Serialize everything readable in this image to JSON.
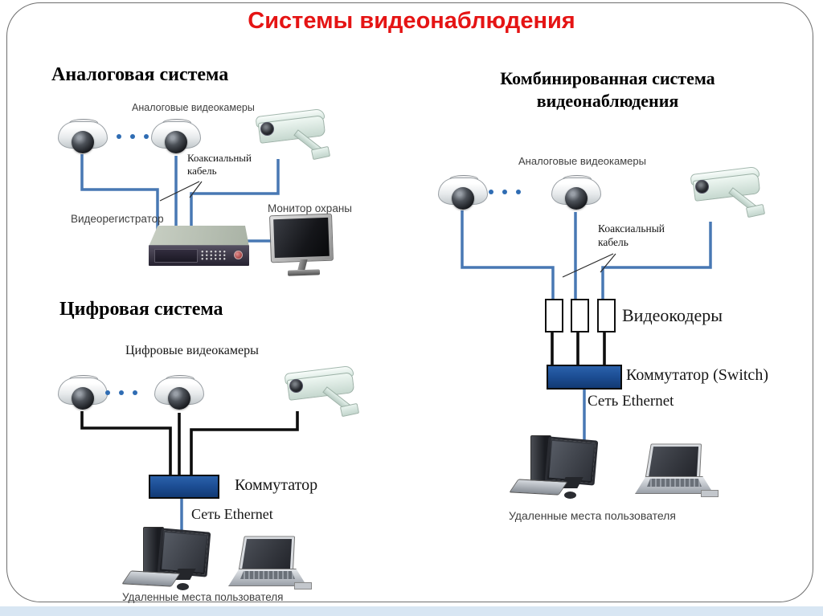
{
  "slide": {
    "title": "Системы видеонаблюдения"
  },
  "analog": {
    "heading": "Аналоговая система",
    "cameras_label": "Аналоговые видеокамеры",
    "coax_line1": "Коаксиальный",
    "coax_line2": "кабель",
    "dvr_label": "Видеорегистратор",
    "monitor_label": "Монитор охраны"
  },
  "digital": {
    "heading": "Цифровая система",
    "cameras_label": "Цифровые видеокамеры",
    "switch_label": "Коммутатор",
    "network_label": "Сеть Ethernet",
    "users_label": "Удаленные места пользователя"
  },
  "combined": {
    "heading_line1": "Комбинированная система",
    "heading_line2": "видеонаблюдения",
    "cameras_label": "Аналоговые видеокамеры",
    "coax_line1": "Коаксиальный",
    "coax_line2": "кабель",
    "encoders_label": "Видеокодеры",
    "switch_label": "Коммутатор (Switch)",
    "network_label": "Сеть Ethernet",
    "users_label": "Удаленные места пользователя"
  },
  "colors": {
    "title_red": "#e51414",
    "coax_wire_blue": "#4878b4",
    "ethernet_cable_black": "#0d0d0d",
    "switch_fill_blue": "#1d4f96",
    "bottom_strip_blue": "#d8e6f3"
  }
}
